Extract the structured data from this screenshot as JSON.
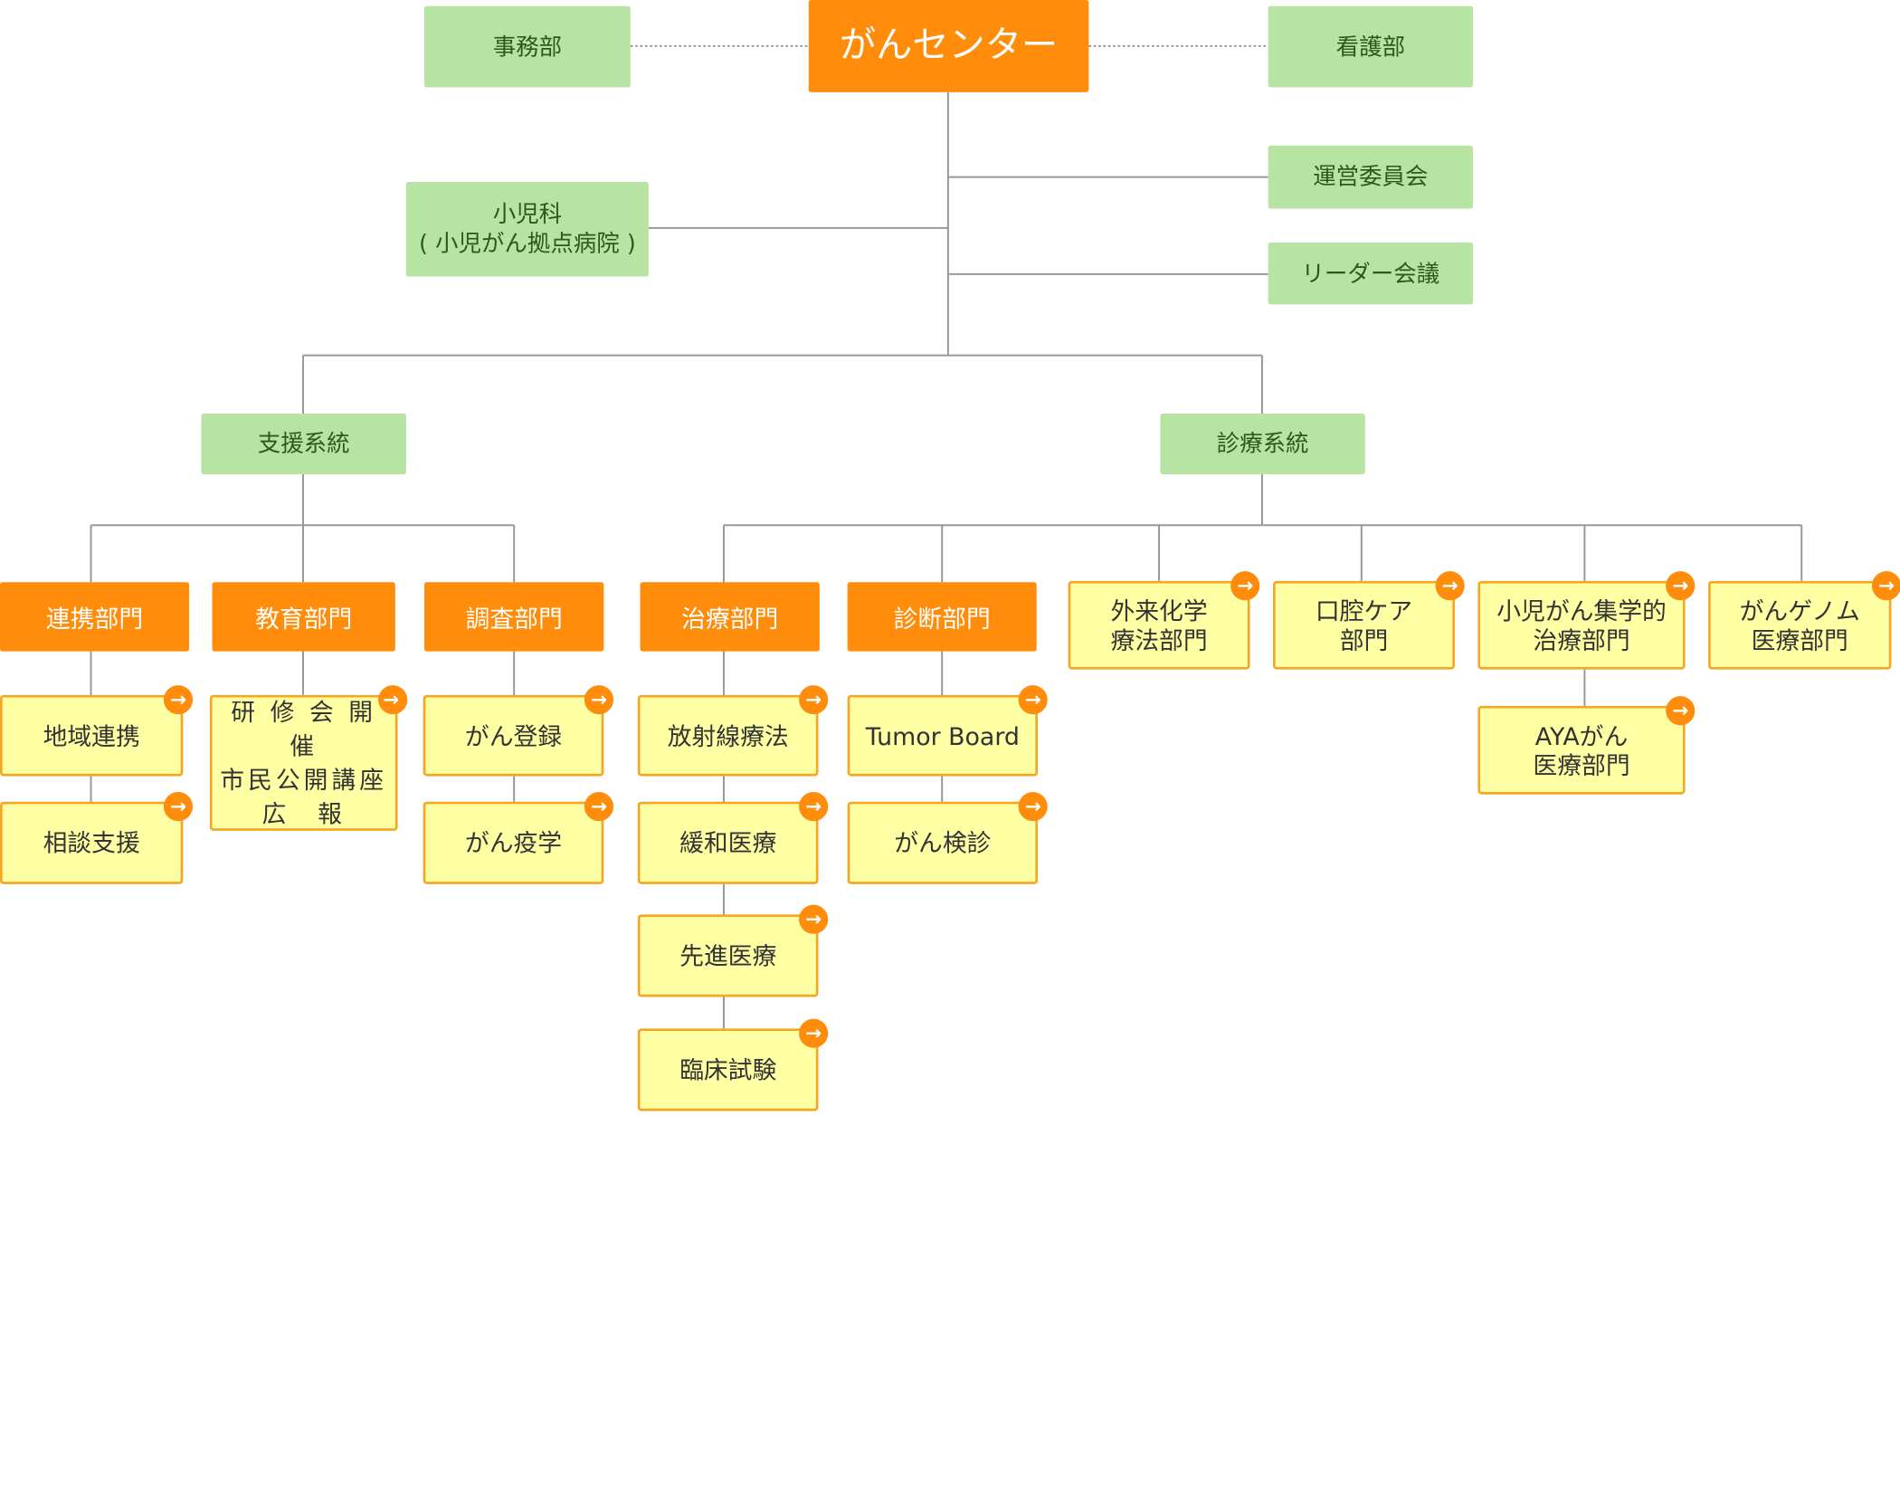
{
  "colors": {
    "accent": "#ff8c0a",
    "committee": "#b7e4a3",
    "committee_text": "#2b5a19",
    "unit": "#ffffa3",
    "unit_border": "#f5a623",
    "line": "#999999"
  },
  "top": {
    "center": "がんセンター",
    "admin": "事務部",
    "nursing": "看護部"
  },
  "side": {
    "steering": "運営委員会",
    "leaders": "リーダー会議",
    "pediatrics": "小児科\n( 小児がん拠点病院 )"
  },
  "systems": {
    "support": "支援系統",
    "clinical": "診療系統"
  },
  "support": {
    "renkei": {
      "label": "連携部門",
      "children": [
        "地域連携",
        "相談支援"
      ]
    },
    "kyoiku": {
      "label": "教育部門",
      "children": [
        "研 修 会 開 催\n市民公開講座\n広　報"
      ]
    },
    "chosa": {
      "label": "調査部門",
      "children": [
        "がん登録",
        "がん疫学"
      ]
    }
  },
  "clinical": {
    "chiryo": {
      "label": "治療部門",
      "children": [
        "放射線療法",
        "緩和医療",
        "先進医療",
        "臨床試験"
      ]
    },
    "shindan": {
      "label": "診断部門",
      "children": [
        "Tumor Board",
        "がん検診"
      ]
    },
    "units": [
      "外来化学\n療法部門",
      "口腔ケア\n部門",
      "小児がん集学的\n治療部門",
      "がんゲノム\n医療部門"
    ],
    "aya": "AYAがん\n医療部門"
  },
  "link_icon": "arrow-right-icon",
  "link_glyph": "→"
}
